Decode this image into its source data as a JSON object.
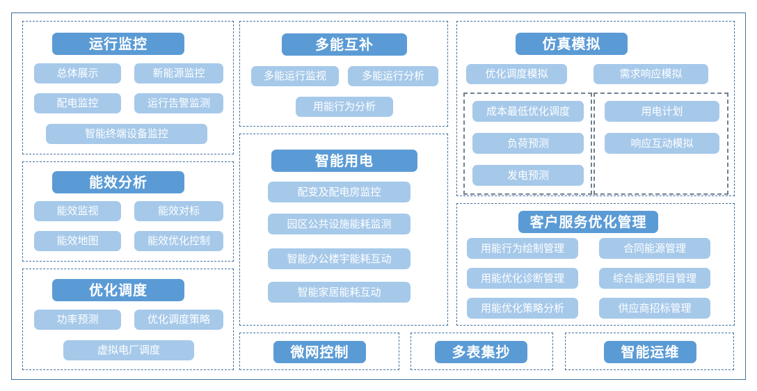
{
  "theme": {
    "header_fill": "#5b9bd5",
    "chip_fill": "#a6c9ea",
    "dashed_border": "#3f6f9e",
    "sub_dashed_border": "#6e7f8e",
    "frame_border": "#3c6e9a",
    "text_on_fill": "#ffffff",
    "page_background": "#ffffff"
  },
  "diagram": {
    "type": "architecture-block-diagram",
    "groups": [
      {
        "id": "operation-monitoring",
        "title": "运行监控",
        "items": [
          "总体展示",
          "新能源监控",
          "配电监控",
          "运行告警监测",
          "智能终端设备监控"
        ]
      },
      {
        "id": "energy-efficiency-analysis",
        "title": "能效分析",
        "items": [
          "能效监视",
          "能效对标",
          "能效地图",
          "能效优化控制"
        ]
      },
      {
        "id": "optimized-dispatch",
        "title": "优化调度",
        "items": [
          "功率预测",
          "优化调度策略",
          "虚拟电厂调度"
        ]
      },
      {
        "id": "multi-energy-complementarity",
        "title": "多能互补",
        "items": [
          "多能运行监视",
          "多能运行分析",
          "用能行为分析"
        ]
      },
      {
        "id": "smart-electricity-use",
        "title": "智能用电",
        "items": [
          "配变及配电房监控",
          "园区公共设施能耗监测",
          "智能办公楼宇能耗互动",
          "智能家居能耗互动"
        ]
      },
      {
        "id": "simulation",
        "title": "仿真模拟",
        "items": [
          "优化调度模拟",
          "需求响应模拟"
        ],
        "subgroups": [
          {
            "id": "simulation-left-subgroup",
            "items": [
              "成本最低优化调度",
              "负荷预测",
              "发电预测"
            ]
          },
          {
            "id": "simulation-right-subgroup",
            "items": [
              "用电计划",
              "响应互动模拟"
            ]
          }
        ]
      },
      {
        "id": "customer-service-optimization",
        "title": "客户服务优化管理",
        "items": [
          "用能行为绘制管理",
          "合同能源管理",
          "用能优化诊断管理",
          "综合能源项目管理",
          "用能优化策略分析",
          "供应商招标管理"
        ]
      },
      {
        "id": "microgrid-control",
        "title": "微网控制",
        "items": []
      },
      {
        "id": "multi-meter-reading",
        "title": "多表集抄",
        "items": []
      },
      {
        "id": "smart-operation-maintenance",
        "title": "智能运维",
        "items": []
      }
    ]
  }
}
